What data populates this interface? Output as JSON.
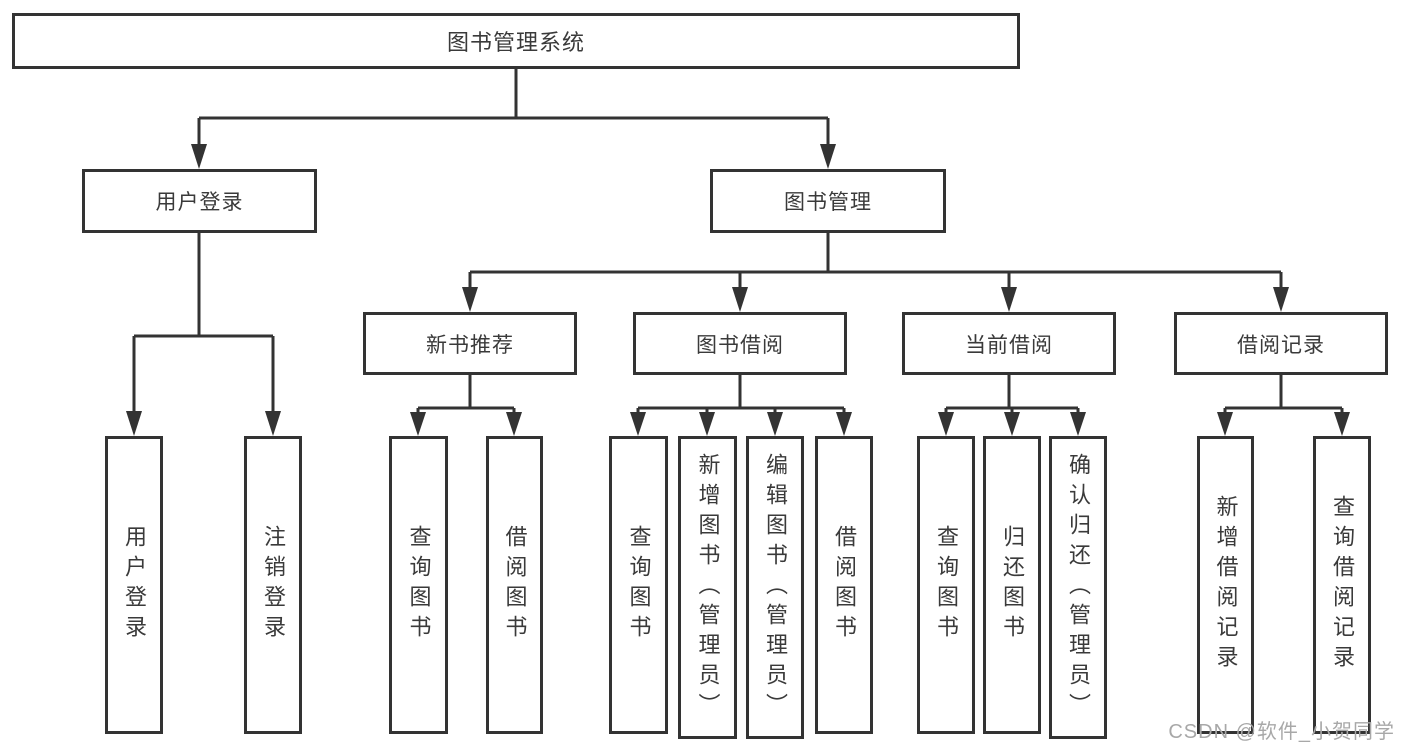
{
  "diagram": {
    "root": {
      "label": "图书管理系统"
    },
    "user_branch": {
      "label": "用户登录",
      "children": [
        {
          "label": "用户登录"
        },
        {
          "label": "注销登录"
        }
      ]
    },
    "book_branch": {
      "label": "图书管理",
      "groups": [
        {
          "label": "新书推荐",
          "children": [
            {
              "label": "查询图书"
            },
            {
              "label": "借阅图书"
            }
          ]
        },
        {
          "label": "图书借阅",
          "children": [
            {
              "label": "查询图书"
            },
            {
              "label": "新增图书（管理员）"
            },
            {
              "label": "编辑图书（管理员）"
            },
            {
              "label": "借阅图书"
            }
          ]
        },
        {
          "label": "当前借阅",
          "children": [
            {
              "label": "查询图书"
            },
            {
              "label": "归还图书"
            },
            {
              "label": "确认归还（管理员）"
            }
          ]
        },
        {
          "label": "借阅记录",
          "children": [
            {
              "label": "新增借阅记录"
            },
            {
              "label": "查询借阅记录"
            }
          ]
        }
      ]
    }
  },
  "watermark": {
    "text": "CSDN @软件_小贺同学"
  },
  "colors": {
    "line": "#333333",
    "text": "#3a3a3a",
    "watermark": "#a8a8a8",
    "background": "#ffffff"
  }
}
